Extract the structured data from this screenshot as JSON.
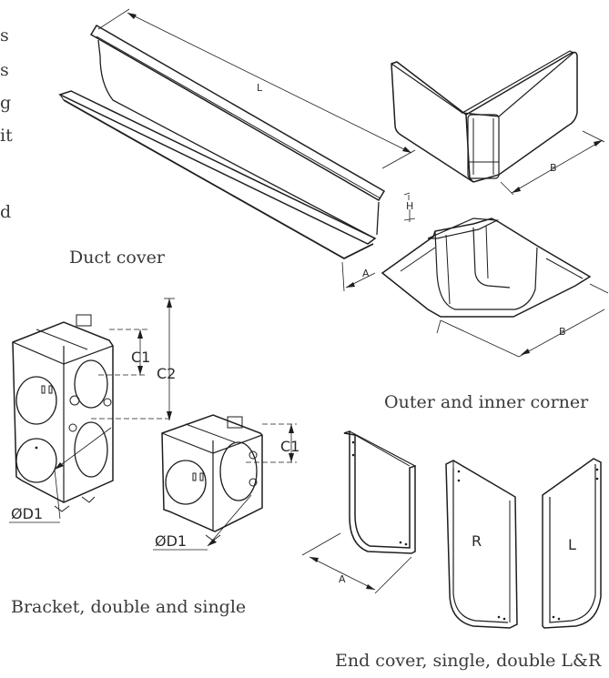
{
  "captions": {
    "duct_cover": "Duct cover",
    "corner": "Outer and inner corner",
    "bracket": "Bracket, double and single",
    "end_cover": "End cover, single, double L&R"
  },
  "left_text_fragments": [
    "s",
    "s",
    "g",
    "it",
    "d"
  ],
  "dimensions": {
    "duct_length": "L",
    "duct_width": "A",
    "duct_height": "H",
    "outer_corner_width": "B",
    "inner_corner_width": "B",
    "bracket_c1": "C1",
    "bracket_c2": "C2",
    "bracket_diameter": "ØD1",
    "single_bracket_c1": "C1",
    "single_bracket_diameter": "ØD1",
    "end_cover_width": "A",
    "end_cover_right": "R",
    "end_cover_left": "L"
  }
}
